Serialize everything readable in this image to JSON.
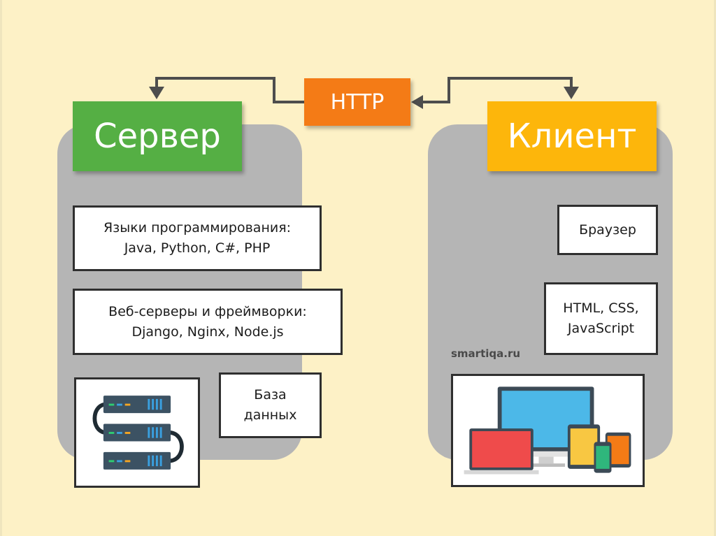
{
  "server": {
    "title": "Сервер"
  },
  "client": {
    "title": "Клиент"
  },
  "protocol": {
    "label": "HTTP"
  },
  "server_boxes": {
    "languages": {
      "line1": "Языки программирования:",
      "line2": "Java, Python, C#, PHP"
    },
    "web": {
      "line1": "Веб-серверы и фреймворки:",
      "line2": "Django, Nginx, Node.js"
    },
    "database": {
      "line1": "База",
      "line2": "данных"
    }
  },
  "client_boxes": {
    "browser": {
      "label": "Браузер"
    },
    "tech": {
      "line1": "HTML, CSS,",
      "line2": "JavaScript"
    }
  },
  "watermark": "smartiqa.ru",
  "colors": {
    "background": "#fdf1c6",
    "panel": "#b5b5b5",
    "server_title": "#55af44",
    "client_title": "#fdb60b",
    "http": "#f47b16",
    "arrow": "#4d4d4d"
  },
  "icons": {
    "server_illustration": "server-rack-icon",
    "client_illustration": "devices-icon"
  }
}
